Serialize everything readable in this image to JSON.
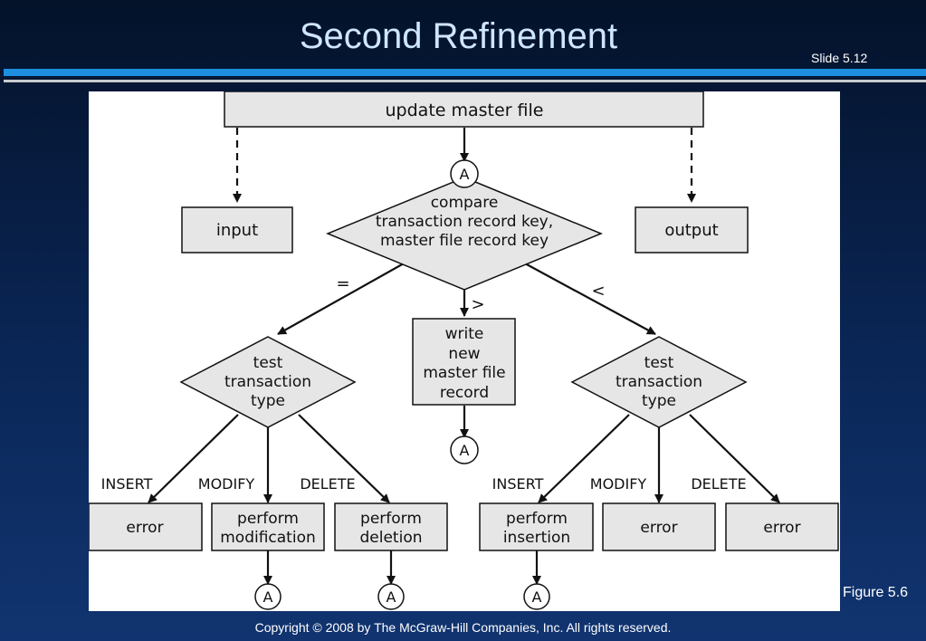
{
  "slide": {
    "title": "Second Refinement",
    "number": "Slide 5.12",
    "figure_caption": "Figure 5.6",
    "copyright": "Copyright © 2008 by The McGraw-Hill Companies, Inc.  All rights reserved."
  },
  "diagram": {
    "top_box": "update master file",
    "input_box": "input",
    "output_box": "output",
    "compare": [
      "compare",
      "transaction record key,",
      "master file record key"
    ],
    "edge_eq": "=",
    "edge_gt": ">",
    "edge_lt": "<",
    "write_box": [
      "write",
      "new",
      "master file",
      "record"
    ],
    "test_left": [
      "test",
      "transaction",
      "type"
    ],
    "test_right": [
      "test",
      "transaction",
      "type"
    ],
    "connector": "A",
    "labels": {
      "insert_left": "INSERT",
      "modify_left": "MODIFY",
      "delete_left": "DELETE",
      "insert_right": "INSERT",
      "modify_right": "MODIFY",
      "delete_right": "DELETE"
    },
    "leaf_error_left": "error",
    "leaf_modify": [
      "perform",
      "modification"
    ],
    "leaf_delete": [
      "perform",
      "deletion"
    ],
    "leaf_insert": [
      "perform",
      "insertion"
    ],
    "leaf_error_mid": "error",
    "leaf_error_right": "error"
  },
  "colors": {
    "box_fill": "#e6e6e6",
    "accent_blue": "#1e8fe0",
    "title_color": "#cfe6ff"
  }
}
